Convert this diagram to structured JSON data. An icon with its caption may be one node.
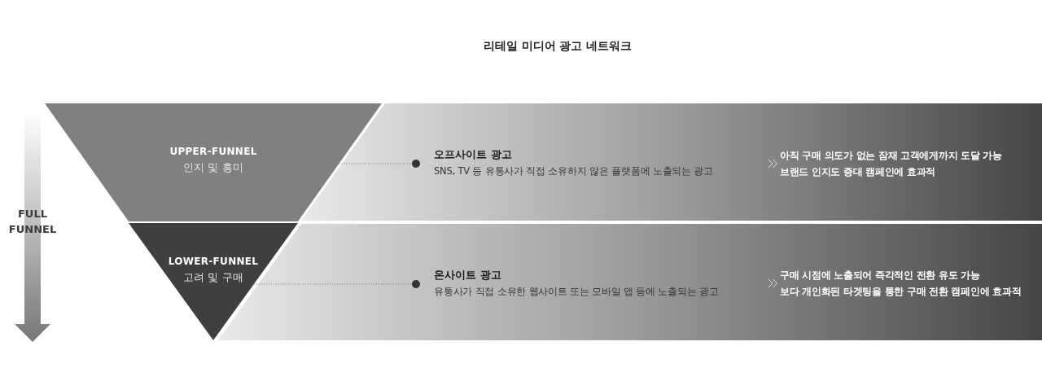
{
  "diagram": {
    "title": "리테일 미디어 광고 네트워크",
    "nodes": [
      {
        "text": [
          "UPPER-FUNNEL",
          "인지 및 흥미"
        ]
      },
      {
        "text": [],
        "shape": "bar"
      },
      {
        "text": [
          "오프사이트 광고",
          "SNS, TV 등 유통사가 직접 소유하지 않은 플랫폼에 노출되는 광고"
        ],
        "in": 1
      },
      {
        "text": [
          "아직 구매 의도가 없는 잠재 고객에게까지 도달 가능",
          "브랜드 인지도 증대 캠페인에 효과적"
        ],
        "in": 1
      },
      {
        "text": [
          "LOWER-FUNNEL",
          "고려 및 구매"
        ]
      },
      {
        "text": [],
        "shape": "bar"
      },
      {
        "text": [
          "온사이트 광고",
          "유통사가 직접 소유한 웹사이트 또는 모바일 앱 등에 노출되는 광고"
        ],
        "in": 5
      },
      {
        "text": [
          "구매 시점에 노출되어 즉각적인 전환 유도 가능",
          "보다 개인화된 타겟팅을 통한 구매 전환 캠페인에 효과적"
        ],
        "in": 5
      }
    ],
    "edges": [
      {
        "from": 0,
        "to": 2,
        "arrow": "other",
        "style": "dashed"
      },
      {
        "from": 2,
        "to": 3,
        "arrow": "to",
        "color": "#e6e6e6"
      },
      {
        "from": 4,
        "to": 6,
        "arrow": "other",
        "style": "dashed"
      },
      {
        "from": 6,
        "to": 7,
        "arrow": "to",
        "color": "#e6e6e6"
      }
    ],
    "labels": [
      "FULL FUNNEL"
    ]
  }
}
